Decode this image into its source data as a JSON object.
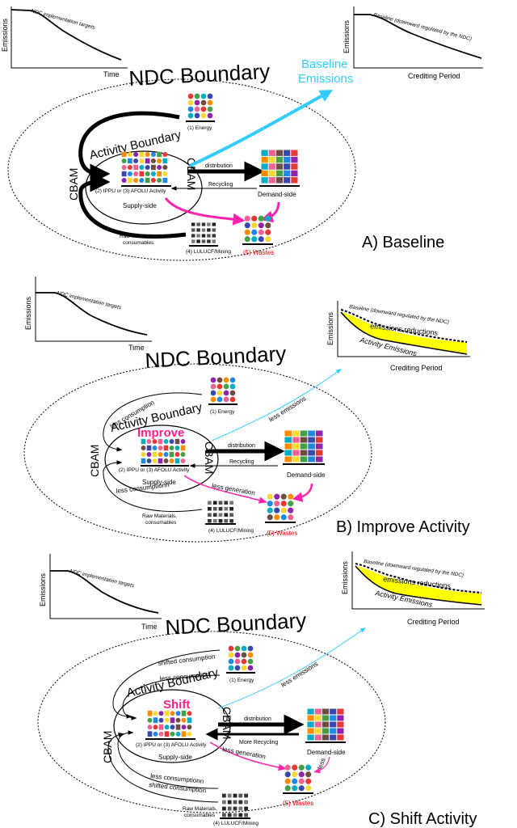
{
  "colors": {
    "baseline_arrow": "#33ccff",
    "waste_arrow": "#ff22aa",
    "improve_text": "#ff2288",
    "wastes_text": "#ff0000",
    "reduction_fill": "#ffff00"
  },
  "icons": [
    "energy-icon-grid",
    "ippu-afolu-icon-grid",
    "demand-side-icon-grid",
    "wastes-icon-grid",
    "lulucf-mining-icon-grid"
  ],
  "panels": [
    {
      "id": "a",
      "caption": "A) Baseline",
      "modifier": "",
      "left_chart": {
        "ylabel": "Emissions",
        "xlabel": "Time",
        "annotation": "NDC implementation targets"
      },
      "right_chart": {
        "ylabel": "Emissions",
        "xlabel": "Crediting Period",
        "annotation": "Baseline (downward regulated by the NDC)",
        "reductions_label": "",
        "activity_label": ""
      },
      "ndc_boundary": "NDC Boundary",
      "activity_boundary": "Activity Boundary",
      "baseline_label_1": "Baseline",
      "baseline_label_2": "Emissions",
      "energy": "(1) Energy",
      "ippu": "(2) IPPU or (3) AFOLU Activity",
      "supply_side": "Supply-side",
      "distribution": "distribution",
      "recycling": "Recycling",
      "demand_side": "Demand-side",
      "raw_materials_1": "Raw Materials,",
      "raw_materials_2": "consumables",
      "lulucf": "(4) LULUCF/Mining",
      "wastes": "(5) Wastes",
      "cbam_left": "CBAM",
      "cbam_right": "CBAM",
      "less_consumption_top": "",
      "less_consumption_bottom": "",
      "shifted_consumption_top": "",
      "shifted_consumption_bottom": "",
      "less_emissions": "",
      "less_generation": "",
      "less_waste": ""
    },
    {
      "id": "b",
      "caption": "B) Improve Activity",
      "modifier": "Improve",
      "left_chart": {
        "ylabel": "Emissions",
        "xlabel": "Time",
        "annotation": "NDC implementation targets"
      },
      "right_chart": {
        "ylabel": "Emissions",
        "xlabel": "Crediting Period",
        "annotation": "Baseline (downward regulated by the NDC)",
        "reductions_label": "emissions reductions",
        "activity_label": "Activity Emissions"
      },
      "ndc_boundary": "NDC Boundary",
      "activity_boundary": "Activity Boundary",
      "baseline_label_1": "",
      "baseline_label_2": "",
      "energy": "(1) Energy",
      "ippu": "(2) IPPU or (3) AFOLU Activity",
      "supply_side": "Supply-side",
      "distribution": "distribution",
      "recycling": "Recycling",
      "demand_side": "Demand-side",
      "raw_materials_1": "Raw Materials,",
      "raw_materials_2": "consumables",
      "lulucf": "(4) LULUCF/Mining",
      "wastes": "(5) Wastes",
      "cbam_left": "CBAM",
      "cbam_right": "CBAM",
      "less_consumption_top": "less consumption",
      "less_consumption_bottom": "less consumptionn",
      "shifted_consumption_top": "",
      "shifted_consumption_bottom": "",
      "less_emissions": "less emissions",
      "less_generation": "less generation",
      "less_waste": ""
    },
    {
      "id": "c",
      "caption": "C) Shift Activity",
      "modifier": "Shift",
      "left_chart": {
        "ylabel": "Emissions",
        "xlabel": "Time",
        "annotation": "NDC implementation targets"
      },
      "right_chart": {
        "ylabel": "Emissions",
        "xlabel": "Crediting Period",
        "annotation": "Baseline (downward regulated by the NDC)",
        "reductions_label": "emissions reductions",
        "activity_label": "Activity Emissions"
      },
      "ndc_boundary": "NDC Boundary",
      "activity_boundary": "Activity Boundary",
      "baseline_label_1": "",
      "baseline_label_2": "",
      "energy": "(1) Energy",
      "ippu": "(2) IPPU or (3) AFOLU Activity",
      "supply_side": "Supply-side",
      "distribution": "distribution",
      "recycling": "More Recycling",
      "demand_side": "Demand-side",
      "raw_materials_1": "Raw Materials,",
      "raw_materials_2": "consumables",
      "lulucf": "(4) LULUCF/Mining",
      "wastes": "(5) Wastes",
      "cbam_left": "CBAM",
      "cbam_right": "CBAM",
      "less_consumption_top": "less consumption",
      "less_consumption_bottom": "less consumptionn",
      "shifted_consumption_top": "shifted consumption",
      "shifted_consumption_bottom": "shifted consumption",
      "less_emissions": "less emissions",
      "less_generation": "less generation",
      "less_waste": "less"
    }
  ]
}
